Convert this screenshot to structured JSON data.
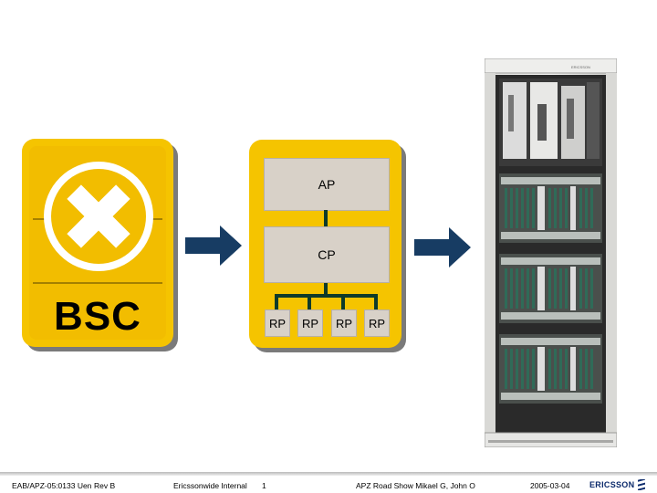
{
  "bsc": {
    "label": "BSC"
  },
  "architecture": {
    "ap_label": "AP",
    "cp_label": "CP",
    "rp_labels": [
      "RP",
      "RP",
      "RP",
      "RP"
    ]
  },
  "cabinet": {
    "brand_text": "ERICSSON"
  },
  "footer": {
    "doc_id": "EAB/APZ-05:0133 Uen",
    "revision": "Rev B",
    "classification": "Ericssonwide Internal",
    "page_number": "1",
    "presentation": "APZ Road Show Mikael G, John O",
    "date": "2005-03-04",
    "logo_text": "ERICSSON"
  },
  "colors": {
    "yellow": "#f5c400",
    "arrow_navy": "#173c63",
    "box_grey": "#d8d1c8",
    "connector_green": "#0e3b2a"
  }
}
